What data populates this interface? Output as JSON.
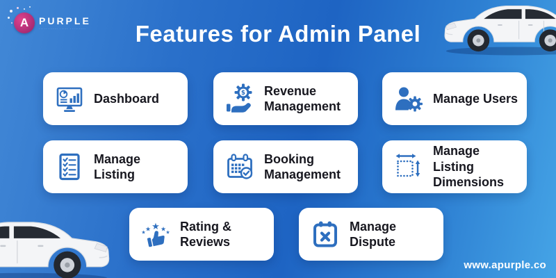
{
  "brand": {
    "initial": "A",
    "name": "PURPLE",
    "tagline": "··········· ····· ·········"
  },
  "header": {
    "title": "Features for Admin Panel"
  },
  "cards": [
    {
      "label": "Dashboard",
      "icon": "dashboard-icon"
    },
    {
      "label": "Revenue Management",
      "icon": "revenue-management-icon"
    },
    {
      "label": "Manage Users",
      "icon": "manage-users-icon"
    },
    {
      "label": "Manage Listing",
      "icon": "manage-listing-icon"
    },
    {
      "label": "Booking Management",
      "icon": "booking-management-icon"
    },
    {
      "label": "Manage Listing Dimensions",
      "icon": "manage-listing-dimensions-icon"
    },
    {
      "label": "Rating & Reviews",
      "icon": "rating-reviews-icon"
    },
    {
      "label": "Manage Dispute",
      "icon": "manage-dispute-icon"
    }
  ],
  "footer": {
    "website": "www.apurple.co"
  },
  "colors": {
    "background_left": "#4288d6",
    "background_deep": "#1e64c3",
    "background_right": "#45a4e6",
    "card_bg": "#ffffff",
    "icon_blue": "#2e6fbf",
    "card_text": "#17171f",
    "title_text": "#ffffff",
    "logo_pink": "#c02972"
  }
}
